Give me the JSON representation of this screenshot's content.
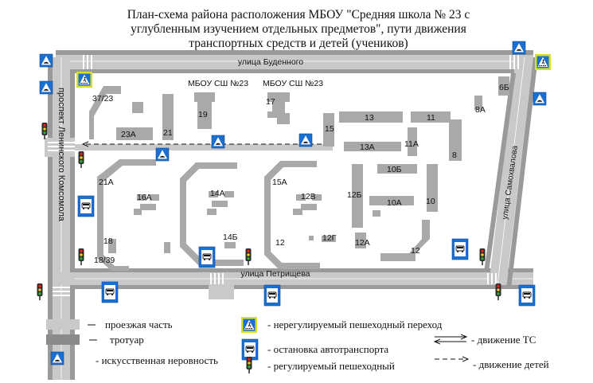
{
  "title": {
    "line1": "План-схема района расположения МБОУ \"Средняя школа № 23 с",
    "line2": "углубленным изучением отдельных предметов\", пути движения",
    "line3": "транспортных средств и детей (учеников)"
  },
  "streets": {
    "top": "улица Буденного",
    "left": "проспект Ленинского Комсомола",
    "right": "улица Самохвалова",
    "bottom": "улица Петрищева"
  },
  "school_labels": {
    "a": "МБОУ СШ №23",
    "b": "МБОУ СШ №23"
  },
  "buildings": {
    "b37_23": "37/23",
    "b23a": "23А",
    "b21": "21",
    "b19": "19",
    "b17": "17",
    "b15": "15",
    "b13": "13",
    "b13a": "13А",
    "b11": "11",
    "b11a": "11А",
    "b8": "8",
    "b8a": "8А",
    "b6b": "6Б",
    "b21a": "21А",
    "b16a": "16А",
    "b14a": "14А",
    "b15a": "15А",
    "b12v": "12В",
    "b12b": "12Б",
    "b10b": "10Б",
    "b10a": "10А",
    "b10": "10",
    "b18": "18",
    "b18_39": "18/39",
    "b14b": "14Б",
    "b12": "12",
    "b12g": "12Г",
    "b12a": "12А",
    "b12r": "12"
  },
  "legend": {
    "roadway": "проезжая часть",
    "sidewalk": "тротуар",
    "bump": "- искусственная неровность",
    "unreg_crossing": "- нерегулируемый пешеходный переход",
    "bus_stop": "- остановка автотранспорта",
    "reg_crossing": "- регулируемый пешеходный",
    "vehicle_flow": "- движение ТС",
    "children_flow": "- движение детей"
  },
  "colors": {
    "road": "#c9c9c9",
    "sidewalk": "#9a9a9a",
    "building": "#a9a9a9",
    "sign_blue": "#1a6fd1",
    "sign_yellow": "#d6e021"
  },
  "icons": [
    "speed-bump-icon",
    "pedestrian-crossing-icon",
    "bus-stop-icon",
    "traffic-light-icon"
  ]
}
